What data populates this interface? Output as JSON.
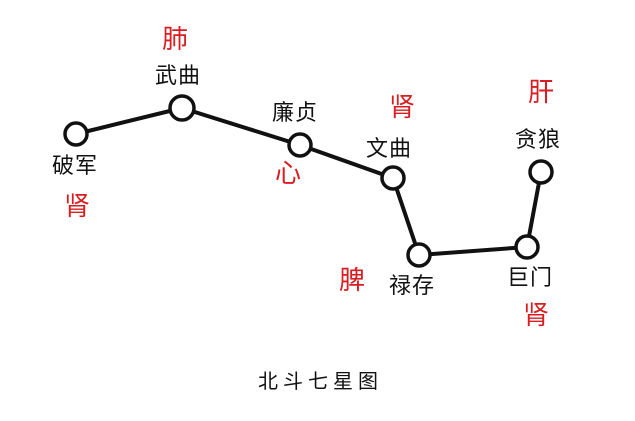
{
  "title": "北斗七星图",
  "colors": {
    "line": "#111111",
    "organ": "#d81e22",
    "background": "#ffffff"
  },
  "stars": [
    {
      "name": "破军",
      "organ": "肾"
    },
    {
      "name": "武曲",
      "organ": "肺"
    },
    {
      "name": "廉贞",
      "organ": "心"
    },
    {
      "name": "文曲",
      "organ": "肾"
    },
    {
      "name": "禄存",
      "organ": "脾"
    },
    {
      "name": "巨门",
      "organ": "肾"
    },
    {
      "name": "贪狼",
      "organ": "肝"
    }
  ]
}
